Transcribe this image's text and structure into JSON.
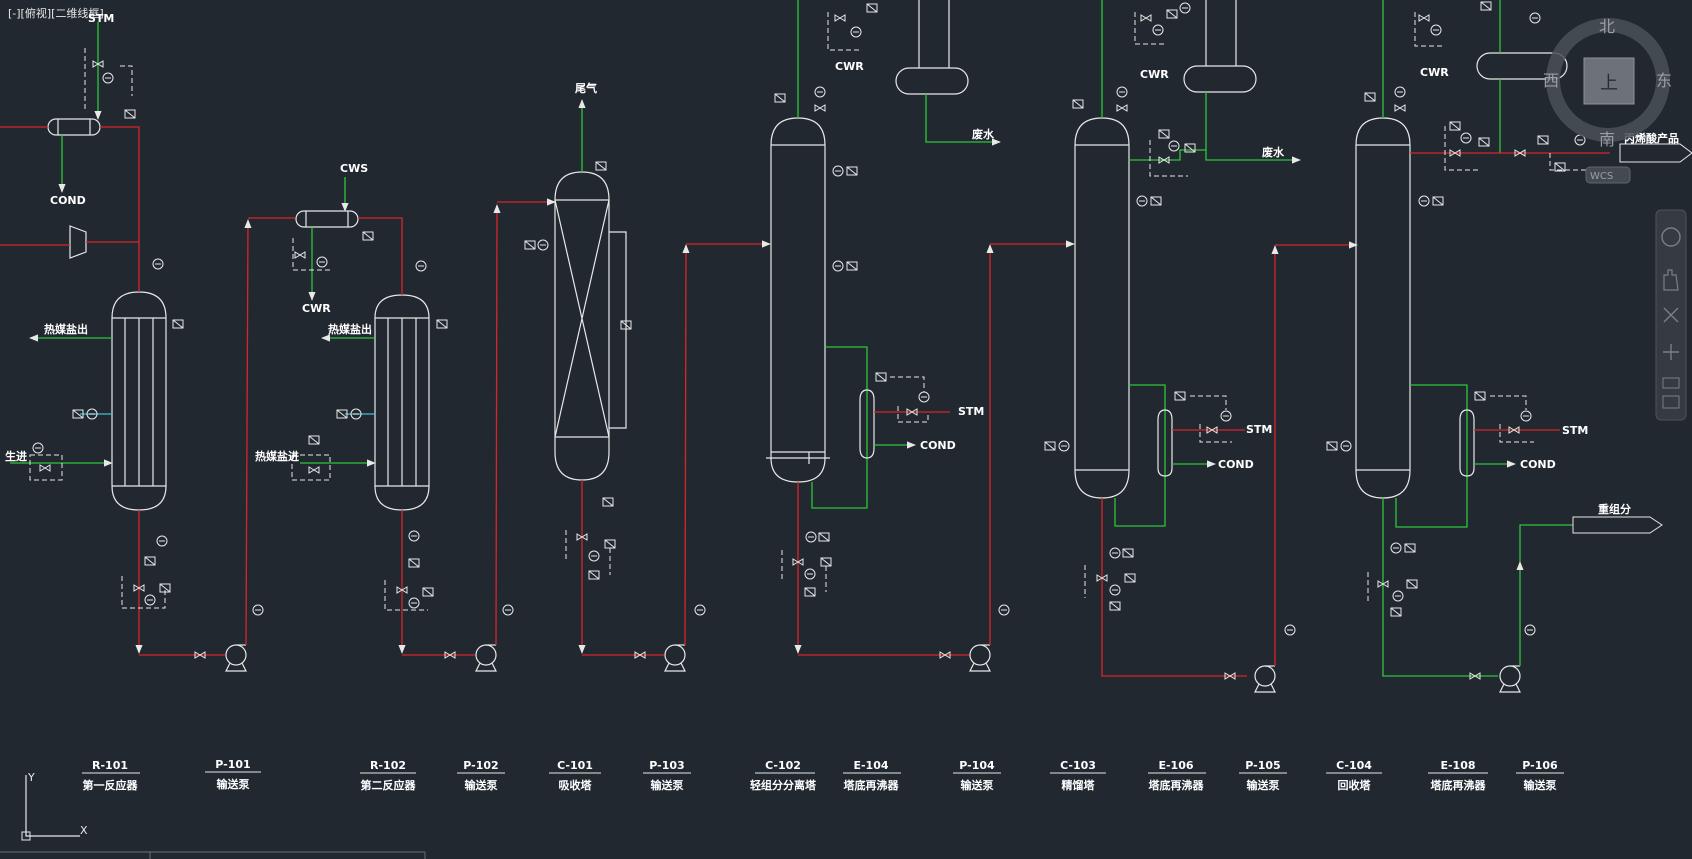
{
  "viewport": {
    "label": "[-][俯视][二维线框]"
  },
  "viewcube": {
    "north": "北",
    "south": "南",
    "east": "东",
    "west": "西",
    "face": "上",
    "wcs": "WCS"
  },
  "ucs": {
    "x": "X",
    "y": "Y"
  },
  "streams": {
    "stm_top": "STM",
    "cond_top": "COND",
    "reactant_in": "生进",
    "heat_out_1": "热媒盐出",
    "heat_out_2": "热媒盐出",
    "heat_in_2": "热媒盐进",
    "cw_in": "CWS",
    "cw_out": "CWR",
    "tail_gas": "尾气",
    "stm_c102": "STM",
    "cond_c102": "COND",
    "waste_water_1": "废水",
    "waste_water_2": "废水",
    "stm_c103": "STM",
    "cond_c103": "COND",
    "stm_c104": "STM",
    "cond_c104": "COND",
    "cwr_c102": "CWR",
    "cwr_c103": "CWR",
    "cwr_c104": "CWR",
    "product": "丙烯酸产品",
    "heavy": "重组分"
  },
  "equipment": [
    {
      "tag": "R-101",
      "name": "第一反应器"
    },
    {
      "tag": "P-101",
      "name": "输送泵"
    },
    {
      "tag": "R-102",
      "name": "第二反应器"
    },
    {
      "tag": "P-102",
      "name": "输送泵"
    },
    {
      "tag": "C-101",
      "name": "吸收塔"
    },
    {
      "tag": "P-103",
      "name": "输送泵"
    },
    {
      "tag": "C-102",
      "name": "轻组分分离塔"
    },
    {
      "tag": "E-104",
      "name": "塔底再沸器"
    },
    {
      "tag": "P-104",
      "name": "输送泵"
    },
    {
      "tag": "C-103",
      "name": "精馏塔"
    },
    {
      "tag": "E-106",
      "name": "塔底再沸器"
    },
    {
      "tag": "P-105",
      "name": "输送泵"
    },
    {
      "tag": "C-104",
      "name": "回收塔"
    },
    {
      "tag": "E-108",
      "name": "塔底再沸器"
    },
    {
      "tag": "P-106",
      "name": "输送泵"
    }
  ]
}
